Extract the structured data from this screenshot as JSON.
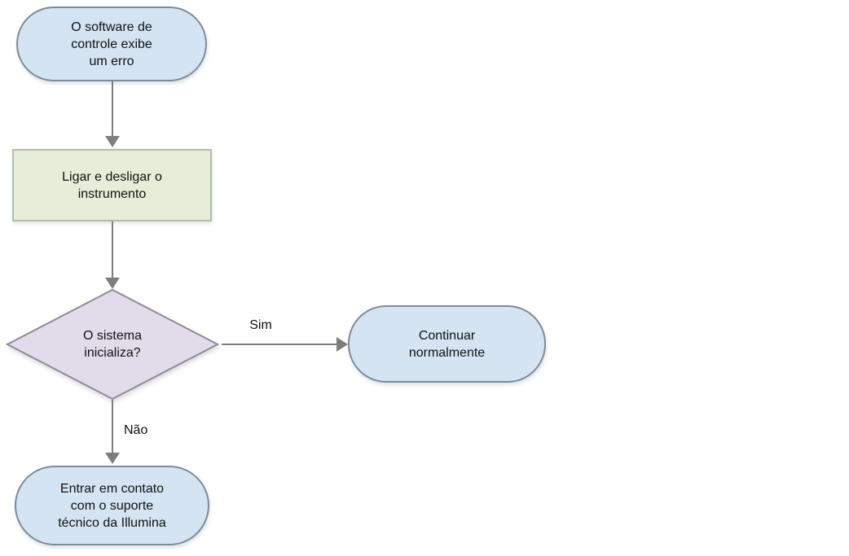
{
  "colors": {
    "background": "#ffffff",
    "terminator_fill": "#d4e4f2",
    "terminator_border": "#7e8b99",
    "process_fill": "#e6eeda",
    "process_border": "#b4bbaa",
    "decision_fill": "#e2dcea",
    "decision_border": "#8d8d96",
    "arrow": "#7d7d7d",
    "text": "#111111"
  },
  "nodes": {
    "start": {
      "type": "terminator",
      "label": "O software de\ncontrole exibe\num erro"
    },
    "process": {
      "type": "process",
      "label": "Ligar e desligar o\ninstrumento"
    },
    "decision": {
      "type": "decision",
      "label": "O sistema\ninicializa?"
    },
    "yes_outcome": {
      "type": "terminator",
      "label": "Continuar\nnormalmente"
    },
    "no_outcome": {
      "type": "terminator",
      "label": "Entrar em contato\ncom o suporte\ntécnico da Illumina"
    }
  },
  "edges": {
    "yes_label": "Sim",
    "no_label": "Não"
  }
}
